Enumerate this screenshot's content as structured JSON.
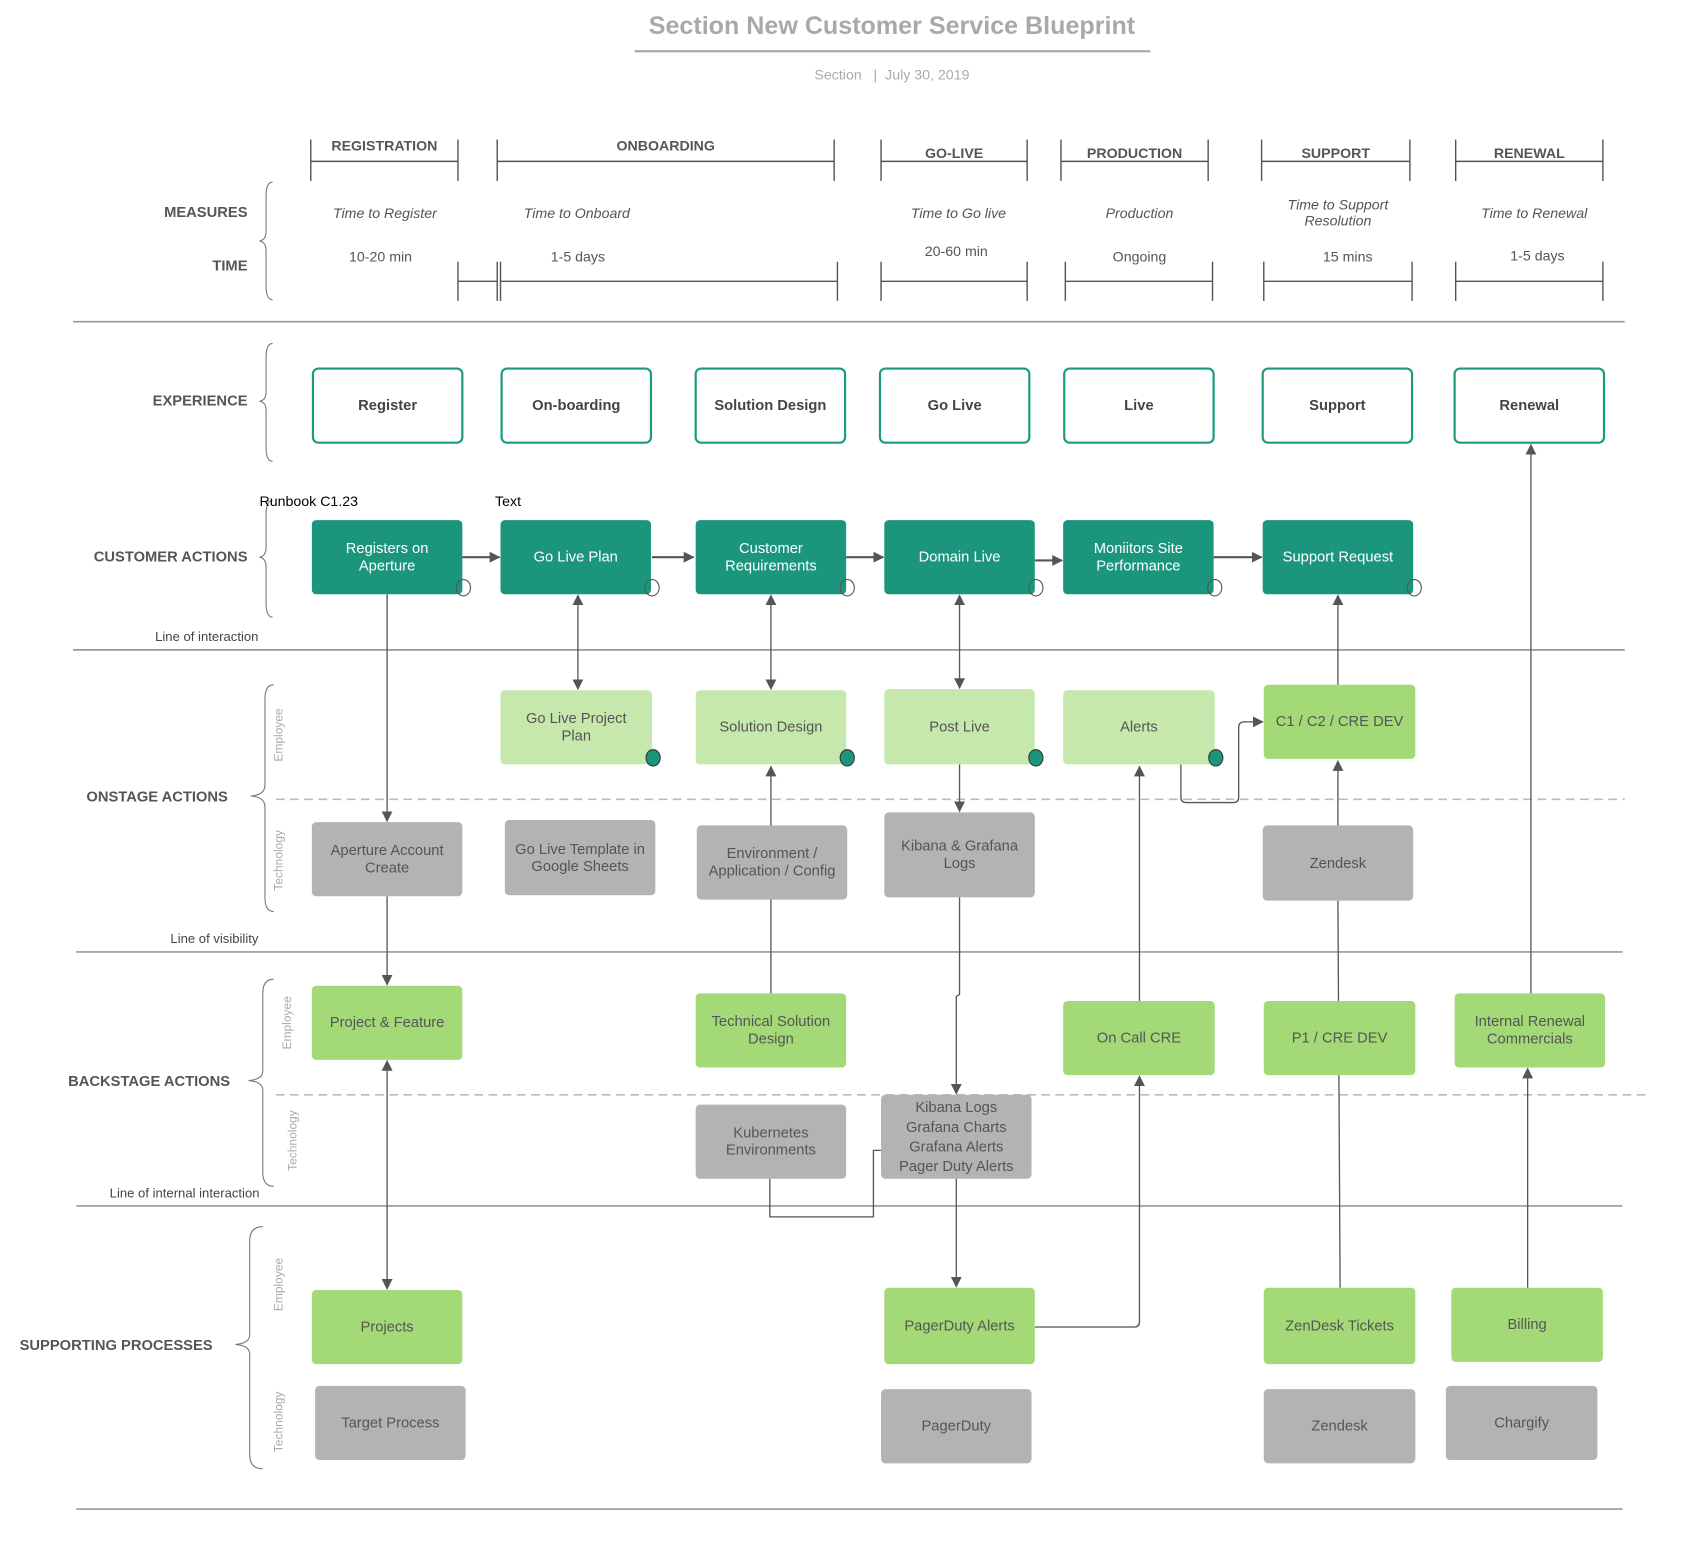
{
  "title": "Section New Customer Service Blueprint",
  "subtitle": {
    "company": "Section",
    "separator": "|",
    "date": "July 30, 2019"
  },
  "phases": [
    "REGISTRATION",
    "ONBOARDING",
    "GO-LIVE",
    "PRODUCTION",
    "SUPPORT",
    "RENEWAL"
  ],
  "measures": [
    "Time to Register",
    "Time to Onboard",
    "Time to Go live",
    "Production",
    "Time to Support Resolution",
    "Time to Renewal"
  ],
  "times": [
    "10-20 min",
    "1-5 days",
    "20-60 min",
    "Ongoing",
    "15 mins",
    "1-5 days"
  ],
  "section_labels": {
    "measures": "MEASURES",
    "time": "TIME",
    "experience": "EXPERIENCE",
    "customer_actions": "CUSTOMER ACTIONS",
    "onstage": "ONSTAGE ACTIONS",
    "backstage": "BACKSTAGE ACTIONS",
    "supporting": "SUPPORTING PROCESSES"
  },
  "sub_labels": {
    "employee": "Employee",
    "technology": "Technology"
  },
  "line_labels": {
    "interaction": "Line of interaction",
    "visibility": "Line of visibility",
    "internal": "Line of internal interaction"
  },
  "notes": {
    "runbook": "Runbook C1.23",
    "text": "Text"
  },
  "experience": [
    "Register",
    "On-boarding",
    "Solution Design",
    "Go Live",
    "Live",
    "Support",
    "Renewal"
  ],
  "customer_actions": [
    "Registers on Aperture",
    "Go Live Plan",
    "Customer Requirements",
    "Domain Live",
    "Moniitors Site Performance",
    "Support Request"
  ],
  "onstage_employee": [
    "Go Live Project Plan",
    "Solution Design",
    "Post Live",
    "Alerts",
    "C1 / C2 / CRE DEV"
  ],
  "onstage_technology": [
    "Aperture Account Create",
    "Go Live Template in Google Sheets",
    "Environment / Application / Config",
    "Kibana & Grafana Logs",
    "Zendesk"
  ],
  "backstage_employee": [
    "Project & Feature",
    "Technical Solution Design",
    "On Call CRE",
    "P1 / CRE DEV",
    "Internal Renewal Commercials"
  ],
  "backstage_technology": [
    "Kubernetes Environments",
    "Kibana Logs Grafana Charts Grafana Alerts Pager Duty Alerts"
  ],
  "supporting_employee": [
    "Projects",
    "PagerDuty Alerts",
    "ZenDesk Tickets",
    "Billing"
  ],
  "supporting_technology": [
    "Target Process",
    "PagerDuty",
    "Zendesk",
    "Chargify"
  ],
  "colors": {
    "teal": "#1b967c",
    "light_green": "#c6e8ad",
    "green": "#a3d977",
    "gray": "#b3b3b3"
  }
}
